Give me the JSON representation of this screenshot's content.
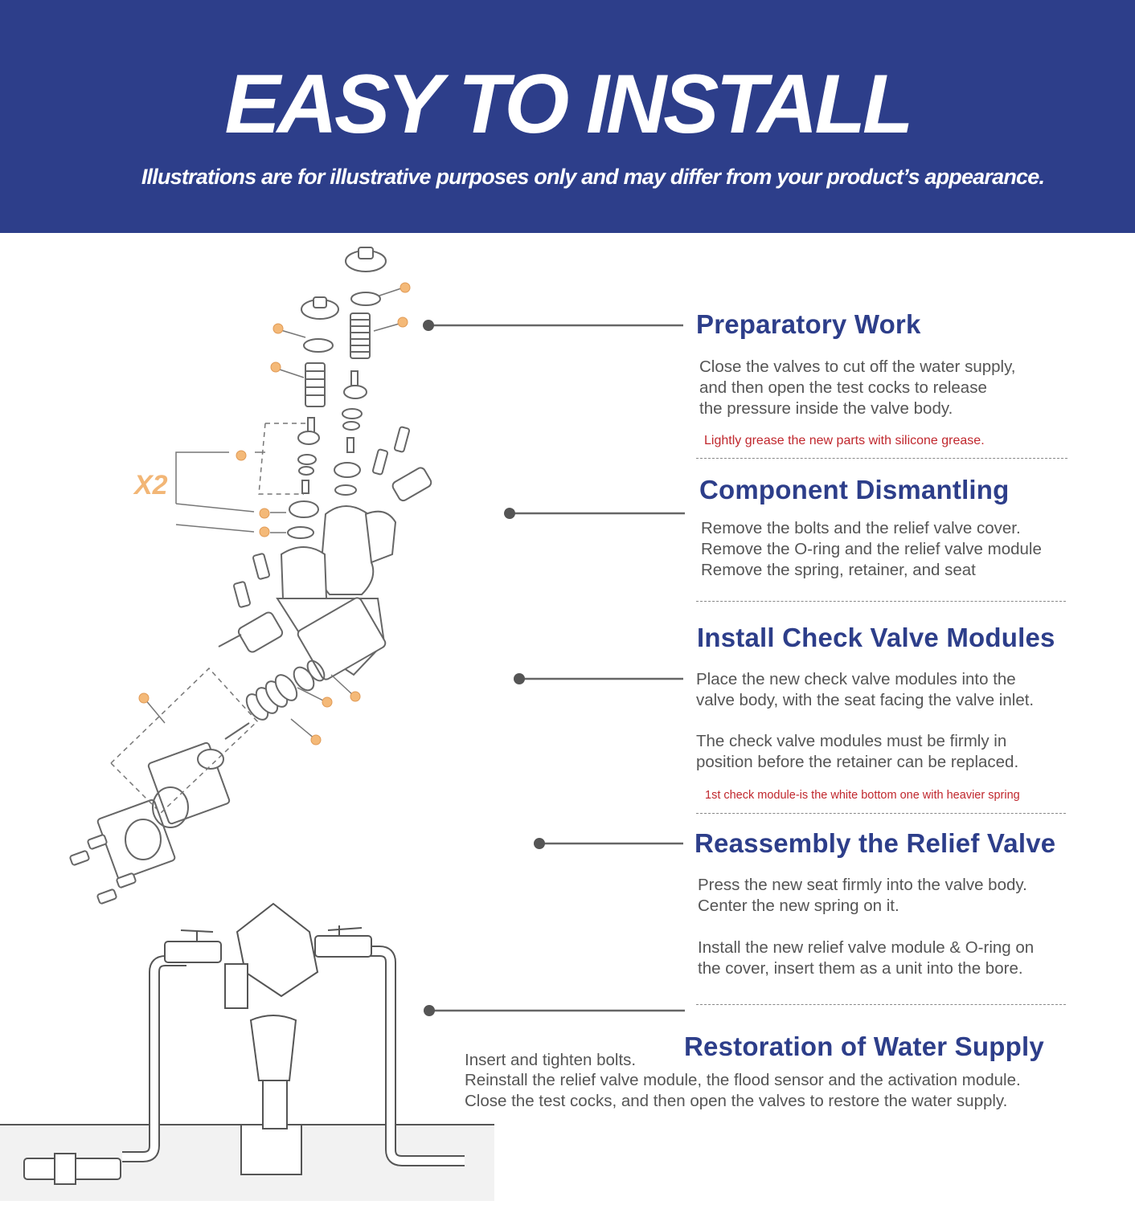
{
  "header": {
    "title": "EASY TO INSTALL",
    "subtitle": "Illustrations are for illustrative purposes only and may differ from your product’s appearance."
  },
  "diagram": {
    "multiplier_label": "X2",
    "callout_color": "#f4b978",
    "accent_color": "#2d3e8a",
    "note_color": "#c0272d"
  },
  "steps": [
    {
      "title": "Preparatory Work",
      "lines": [
        "Close the valves to cut off the water supply,",
        "and then open the test cocks to release",
        "the pressure inside the valve body."
      ],
      "note": "Lightly grease the new parts with silicone grease."
    },
    {
      "title": "Component Dismantling",
      "lines": [
        "Remove the bolts and the relief valve cover.",
        "Remove the O-ring and the relief valve module",
        "Remove the spring, retainer, and seat"
      ]
    },
    {
      "title": "Install Check Valve Modules",
      "lines": [
        "Place the new check valve modules into the",
        "valve body, with the seat facing the valve inlet.",
        "",
        "The check valve modules must be firmly in",
        "position before the retainer can be replaced."
      ],
      "note": "1st check module-is the white bottom one with heavier spring"
    },
    {
      "title": "Reassembly the Relief Valve",
      "lines": [
        "Press the new seat firmly into the valve body.",
        "Center the new spring on it.",
        "",
        "Install the new relief valve module & O-ring on",
        "the cover, insert them as a unit into the bore."
      ]
    },
    {
      "title": "Restoration of Water Supply",
      "lines": [
        "Insert and tighten bolts.",
        "Reinstall the relief valve module,  the flood sensor and the activation module.",
        "Close the test cocks, and then open the valves to restore the water supply."
      ]
    }
  ]
}
